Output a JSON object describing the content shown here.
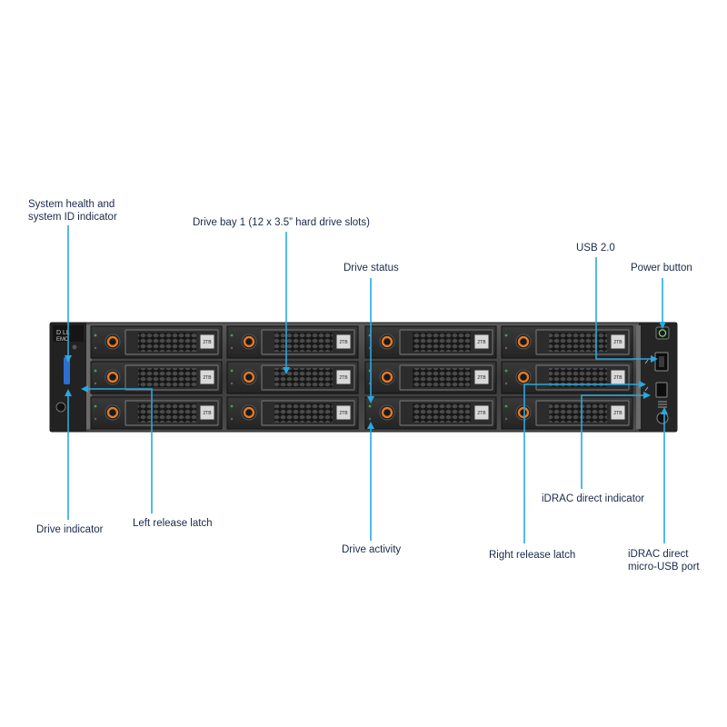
{
  "callouts": {
    "system_health": "System health and system ID indicator",
    "drive_bay": "Drive bay 1 (12 x 3.5” hard drive slots)",
    "usb": "USB 2.0",
    "power_button": "Power button",
    "drive_status": "Drive status",
    "drive_indicator": "Drive indicator",
    "left_latch": "Left release latch",
    "drive_activity": "Drive activity",
    "right_latch": "Right release latch",
    "idrac_indicator": "iDRAC direct indicator",
    "idrac_usb": "iDRAC direct micro-USB port"
  },
  "server": {
    "brand_line1": "D LL",
    "brand_line2": "EMC",
    "drive_label": "2TB"
  },
  "colors": {
    "callout_line": "#29a8e0",
    "label_text": "#1b2a4a",
    "chassis": "#2b2b2b",
    "drive_latch": "#e07a2b",
    "status_led": "#3fa34d"
  }
}
